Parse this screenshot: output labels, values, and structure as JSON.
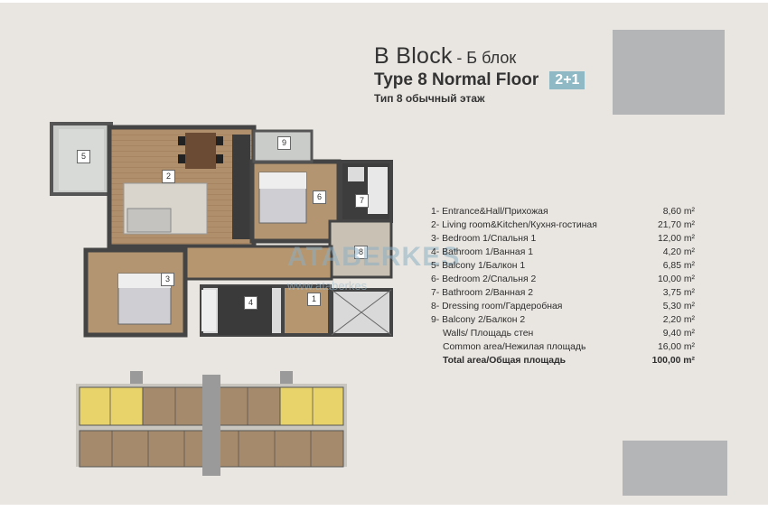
{
  "header": {
    "block": "B Block",
    "block_ru": "- Б блок",
    "type": "Type 8 Normal Floor",
    "rooms_badge": "2+1",
    "type_ru": "Тип 8 обычный этаж"
  },
  "rooms": [
    {
      "label": "1- Entrance&Hall/Прихожая",
      "value": "8,60 m²"
    },
    {
      "label": "2- Living room&Kitchen/Кухня-гостиная",
      "value": "21,70 m²"
    },
    {
      "label": "3- Bedroom 1/Спальня 1",
      "value": "12,00 m²"
    },
    {
      "label": "4- Bathroom 1/Ванная 1",
      "value": "4,20 m²"
    },
    {
      "label": "5- Balcony 1/Балкон 1",
      "value": "6,85 m²"
    },
    {
      "label": "6- Bedroom 2/Спальня 2",
      "value": "10,00 m²"
    },
    {
      "label": "7- Bathroom 2/Ванная 2",
      "value": "3,75 m²"
    },
    {
      "label": "8- Dressing room/Гардеробная",
      "value": "5,30 m²"
    },
    {
      "label": "9- Balcony 2/Балкон 2",
      "value": "2,20 m²"
    }
  ],
  "extras": [
    {
      "label": "Walls/ Площадь стен",
      "value": "9,40 m²"
    },
    {
      "label": "Common area/Нежилая площадь",
      "value": "16,00 m²"
    }
  ],
  "total": {
    "label": "Total area/Общая площадь",
    "value": "100,00 m²"
  },
  "plan_labels": [
    "1",
    "2",
    "3",
    "4",
    "5",
    "6",
    "7",
    "8",
    "9"
  ],
  "watermark": {
    "brand": "ATABERKES",
    "url": "www.ataberkes"
  },
  "colors": {
    "background": "#e9e6e1",
    "badge": "#8fb9c4",
    "placeholder": "#b4b5b7",
    "highlight": "#e8d36a"
  }
}
